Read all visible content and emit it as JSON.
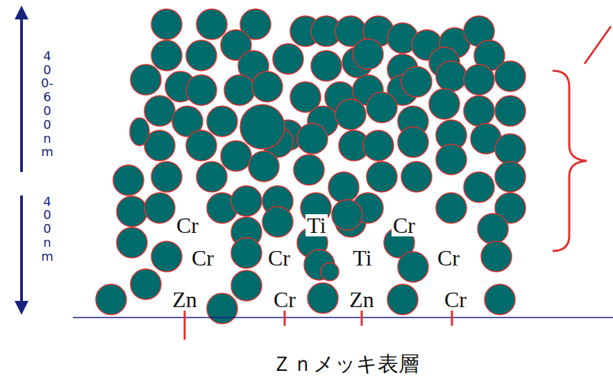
{
  "diagram": {
    "caption": "Ｚｎメッキ表層",
    "labels": [
      "400-600nm",
      "400nm",
      "Cr",
      "Ti",
      "Cr",
      "Cr",
      "Cr",
      "Ti",
      "Cr",
      "Zn",
      "Cr",
      "Zn",
      "Cr"
    ]
  }
}
